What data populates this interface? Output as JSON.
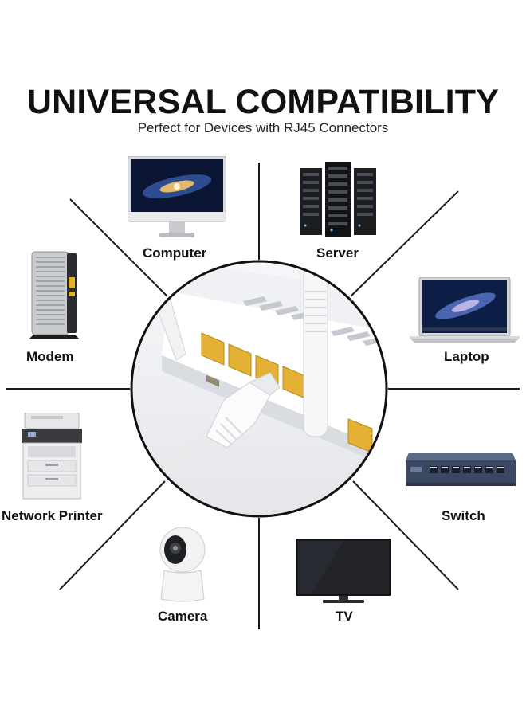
{
  "header": {
    "title": "UNIVERSAL COMPATIBILITY",
    "subtitle": "Perfect for Devices with RJ45 Connectors"
  },
  "devices": [
    {
      "id": "computer",
      "label": "Computer",
      "icon": "monitor-icon"
    },
    {
      "id": "server",
      "label": "Server",
      "icon": "server-rack-icon"
    },
    {
      "id": "modem",
      "label": "Modem",
      "icon": "modem-icon"
    },
    {
      "id": "laptop",
      "label": "Laptop",
      "icon": "laptop-icon"
    },
    {
      "id": "network-printer",
      "label": "Network Printer",
      "icon": "printer-icon"
    },
    {
      "id": "switch",
      "label": "Switch",
      "icon": "network-switch-icon"
    },
    {
      "id": "camera",
      "label": "Camera",
      "icon": "security-camera-icon"
    },
    {
      "id": "tv",
      "label": "TV",
      "icon": "tv-icon"
    }
  ],
  "center": {
    "icon": "router-ethernet-cable-icon"
  },
  "colors": {
    "text": "#111111",
    "lines": "#1a1a1a",
    "router_body": "#ecedf0",
    "port": "#e3b235"
  }
}
